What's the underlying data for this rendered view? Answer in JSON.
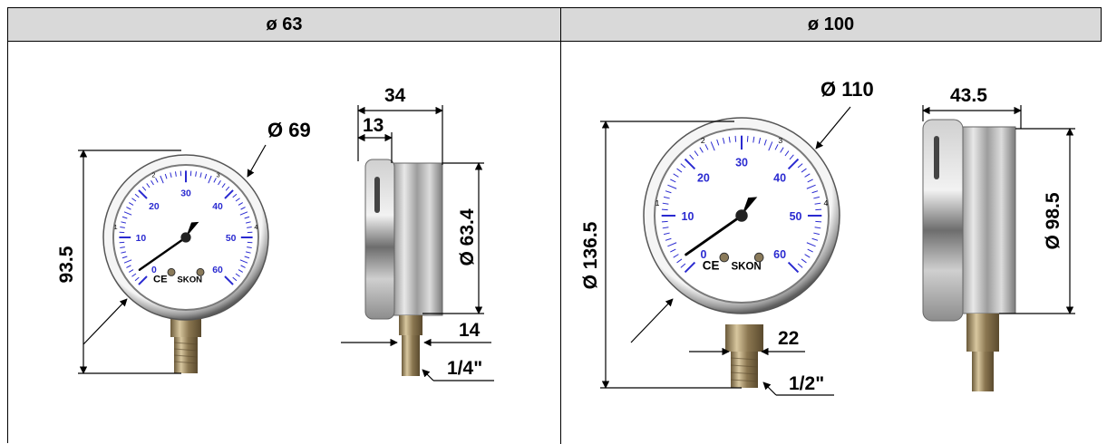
{
  "table": {
    "columns": [
      {
        "header": "ø 63"
      },
      {
        "header": "ø 100"
      }
    ]
  },
  "gauge_63": {
    "dims": {
      "overall_height": "93.5",
      "case_diameter": "Ø 69",
      "depth": "34",
      "bezel_depth": "13",
      "dial_diameter": "Ø 63.4",
      "wrench_size": "14",
      "thread": "1/4\""
    },
    "dial": {
      "scale_numbers": [
        "0",
        "10",
        "20",
        "30",
        "40",
        "50",
        "60"
      ],
      "inner_numbers": [
        "1",
        "2",
        "3",
        "4"
      ],
      "brand": "SKON",
      "mark": "CE"
    }
  },
  "gauge_100": {
    "dims": {
      "case_diameter": "Ø 110",
      "depth": "43.5",
      "overall_height": "Ø 136.5",
      "dial_diameter": "Ø 98.5",
      "wrench_size": "22",
      "thread": "1/2\""
    },
    "dial": {
      "scale_numbers": [
        "0",
        "10",
        "20",
        "30",
        "40",
        "50",
        "60"
      ],
      "inner_numbers": [
        "1",
        "2",
        "3",
        "4"
      ],
      "brand": "SKON",
      "mark": "CE"
    }
  },
  "colors": {
    "header_bg": "#d9d9d9",
    "dial_scale": "#2a2ad0",
    "case_metal": "#b9b9b9"
  }
}
